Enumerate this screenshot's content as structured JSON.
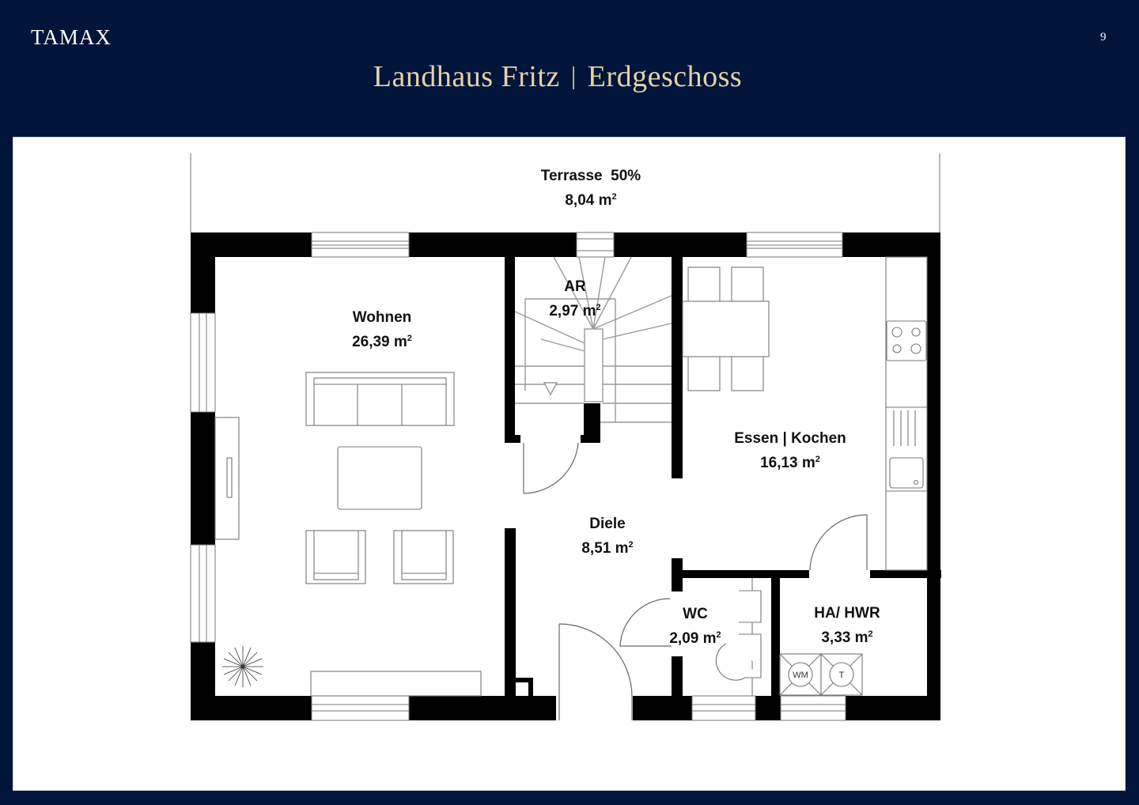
{
  "header": {
    "brand": "TAMAX",
    "page_number": "9",
    "title_left": "Landhaus Fritz",
    "title_separator": "|",
    "title_right": "Erdgeschoss"
  },
  "colors": {
    "background": "#01143a",
    "title_gold": "#e2d2a6",
    "panel": "#ffffff",
    "walls": "#000000"
  },
  "floorplan": {
    "rooms": [
      {
        "id": "terrasse",
        "name": "Terrasse  50%",
        "area": "8,04 m",
        "unit_sup": "2"
      },
      {
        "id": "wohnen",
        "name": "Wohnen",
        "area": "26,39 m",
        "unit_sup": "2"
      },
      {
        "id": "ar",
        "name": "AR",
        "area": "2,97 m",
        "unit_sup": "2"
      },
      {
        "id": "essen-kochen",
        "name": "Essen | Kochen",
        "area": "16,13 m",
        "unit_sup": "2"
      },
      {
        "id": "diele",
        "name": "Diele",
        "area": "8,51 m",
        "unit_sup": "2"
      },
      {
        "id": "wc",
        "name": "WC",
        "area": "2,09 m",
        "unit_sup": "2"
      },
      {
        "id": "ha-hwr",
        "name": "HA/ HWR",
        "area": "3,33 m",
        "unit_sup": "2"
      }
    ],
    "appliances": {
      "washing_machine": "WM",
      "dryer": "T"
    }
  }
}
